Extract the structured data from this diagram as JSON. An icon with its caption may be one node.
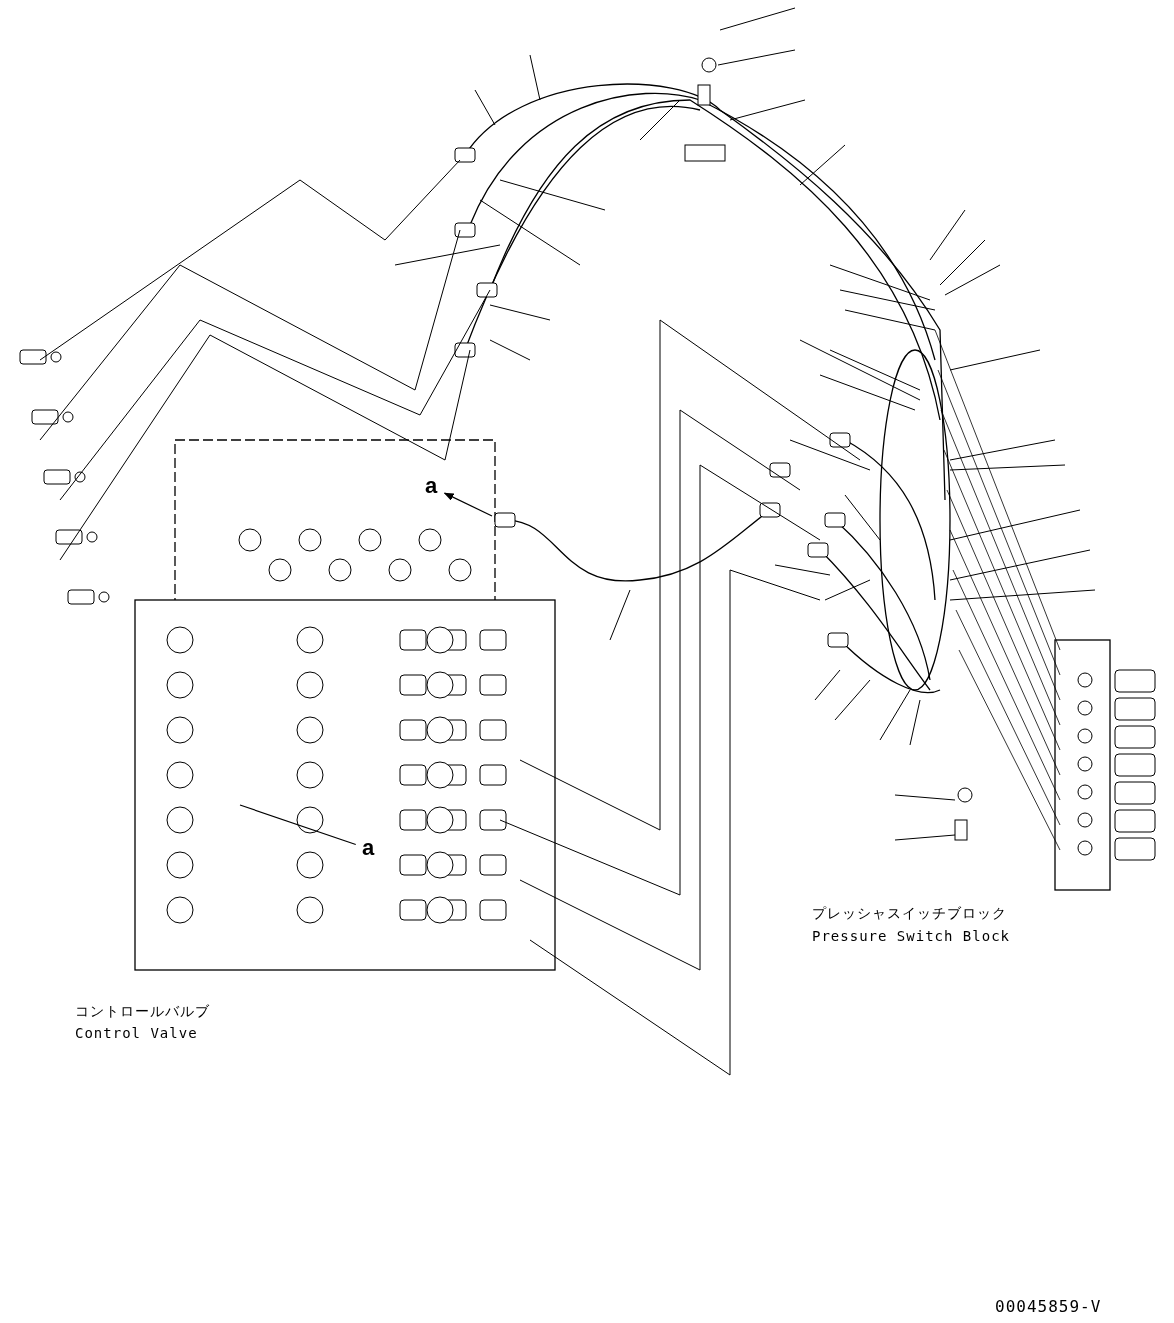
{
  "diagram": {
    "nodes": [
      {
        "text": [
          "a"
        ]
      },
      {
        "text": [
          "a"
        ]
      }
    ],
    "edges": [
      {
        "from": null,
        "to": 0,
        "arrow": "to"
      },
      {
        "from": 1,
        "to": null,
        "arrow": "none"
      }
    ],
    "labels": [
      "コントロールバルブ",
      "Control Valve",
      "プレッシャスイッチブロック",
      "Pressure Switch Block",
      "00045859-V"
    ]
  }
}
